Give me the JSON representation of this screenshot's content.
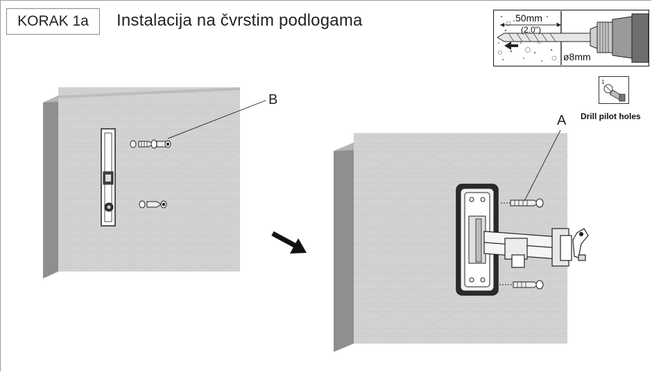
{
  "header": {
    "step_label": "KORAK 1a",
    "title": "Instalacija na čvrstim podlogama"
  },
  "drill_spec": {
    "depth_mm": "50mm",
    "depth_in": "(2.0\")",
    "diameter": "ø8mm"
  },
  "pilot_hint": {
    "step_number": "1",
    "label": "Drill pilot holes"
  },
  "callouts": {
    "a": "A",
    "b": "B"
  }
}
